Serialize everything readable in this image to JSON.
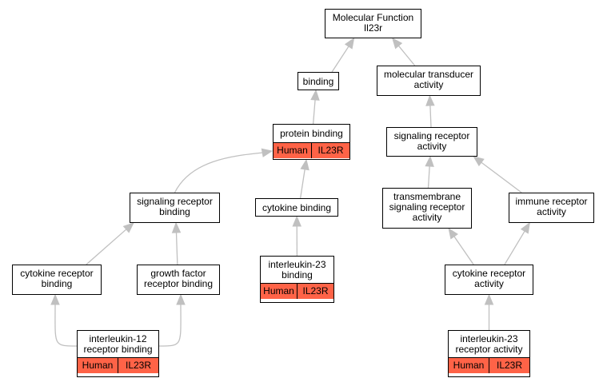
{
  "nodes": {
    "root": "Molecular Function\nIl23r",
    "binding": "binding",
    "mta": "molecular transducer\nactivity",
    "protein_binding": "protein binding",
    "sra": "signaling receptor\nactivity",
    "srb": "signaling receptor\nbinding",
    "cytokine_binding": "cytokine binding",
    "tsra": "transmembrane\nsignaling receptor\nactivity",
    "ira": "immune receptor\nactivity",
    "crb": "cytokine receptor\nbinding",
    "gfrb": "growth factor\nreceptor binding",
    "il23b": "interleukin-23\nbinding",
    "cra": "cytokine receptor\nactivity",
    "il12rb": "interleukin-12\nreceptor binding",
    "il23ra": "interleukin-23\nreceptor activity"
  },
  "annotation": {
    "species": "Human",
    "gene": "IL23R"
  },
  "colors": {
    "annotation": "#ff6347",
    "edge": "#c0c0c0",
    "border": "#000000"
  },
  "edges": [
    [
      "binding",
      "root"
    ],
    [
      "mta",
      "root"
    ],
    [
      "protein_binding",
      "binding"
    ],
    [
      "sra",
      "mta"
    ],
    [
      "srb",
      "protein_binding"
    ],
    [
      "cytokine_binding",
      "protein_binding"
    ],
    [
      "tsra",
      "sra"
    ],
    [
      "ira",
      "sra"
    ],
    [
      "crb",
      "srb"
    ],
    [
      "gfrb",
      "srb"
    ],
    [
      "il23b",
      "cytokine_binding"
    ],
    [
      "cra",
      "tsra"
    ],
    [
      "cra",
      "ira"
    ],
    [
      "il12rb",
      "crb"
    ],
    [
      "il12rb",
      "gfrb"
    ],
    [
      "il23ra",
      "cra"
    ]
  ]
}
